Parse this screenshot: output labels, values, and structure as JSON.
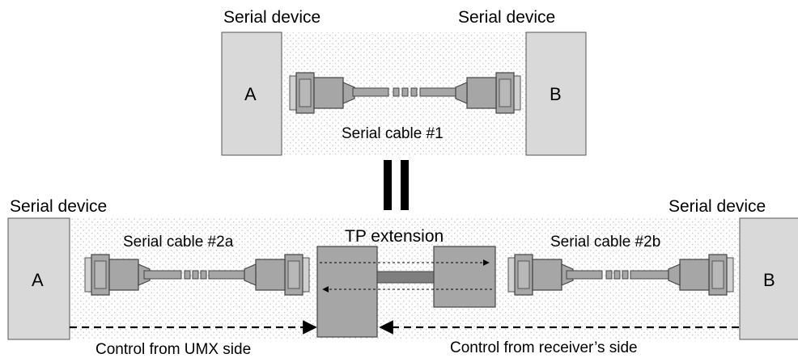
{
  "top": {
    "left_device_title": "Serial device",
    "right_device_title": "Serial device",
    "device_a_label": "A",
    "device_b_label": "B",
    "cable_label": "Serial cable #1"
  },
  "bottom": {
    "left_device_title": "Serial device",
    "right_device_title": "Serial device",
    "device_a_label": "A",
    "device_b_label": "B",
    "cable_left_label": "Serial cable #2a",
    "cable_right_label": "Serial cable #2b",
    "extension_label": "TP extension",
    "control_left_label": "Control from UMX side",
    "control_right_label": "Control from receiver’s side"
  },
  "colors": {
    "device_fill": "#d9d9d9",
    "connector_fill": "#a6a6a6",
    "dotted_background": "#cfcfcf",
    "equals_sign": "#000000"
  }
}
